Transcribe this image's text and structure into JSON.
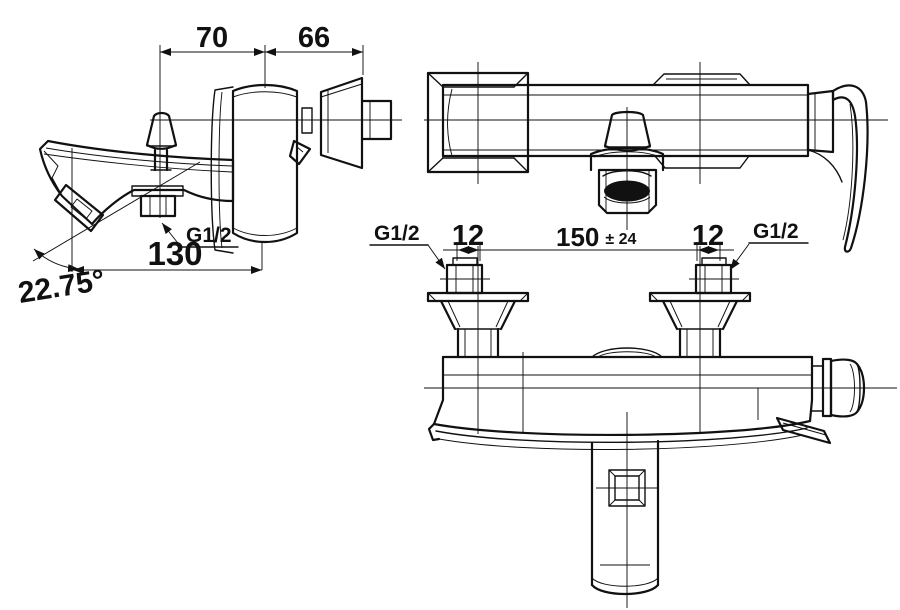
{
  "drawing": {
    "type": "technical-drawing",
    "subject": "wall-mounted bath mixer faucet with spout, three orthographic views",
    "background_color": "#ffffff",
    "line_color": "#111111",
    "views": {
      "side": {
        "dim_top_back": "70",
        "dim_top_front": "66",
        "outlet_thread": "G1/2",
        "dim_spout_reach": "130",
        "dim_spout_angle": "22.75°"
      },
      "plan": {
        "thread_left": "G1/2",
        "thread_right": "G1/2",
        "dim_eccentric_left": "12",
        "dim_eccentric_right": "12",
        "dim_center_distance": "150",
        "dim_center_tolerance": "± 24"
      }
    }
  }
}
